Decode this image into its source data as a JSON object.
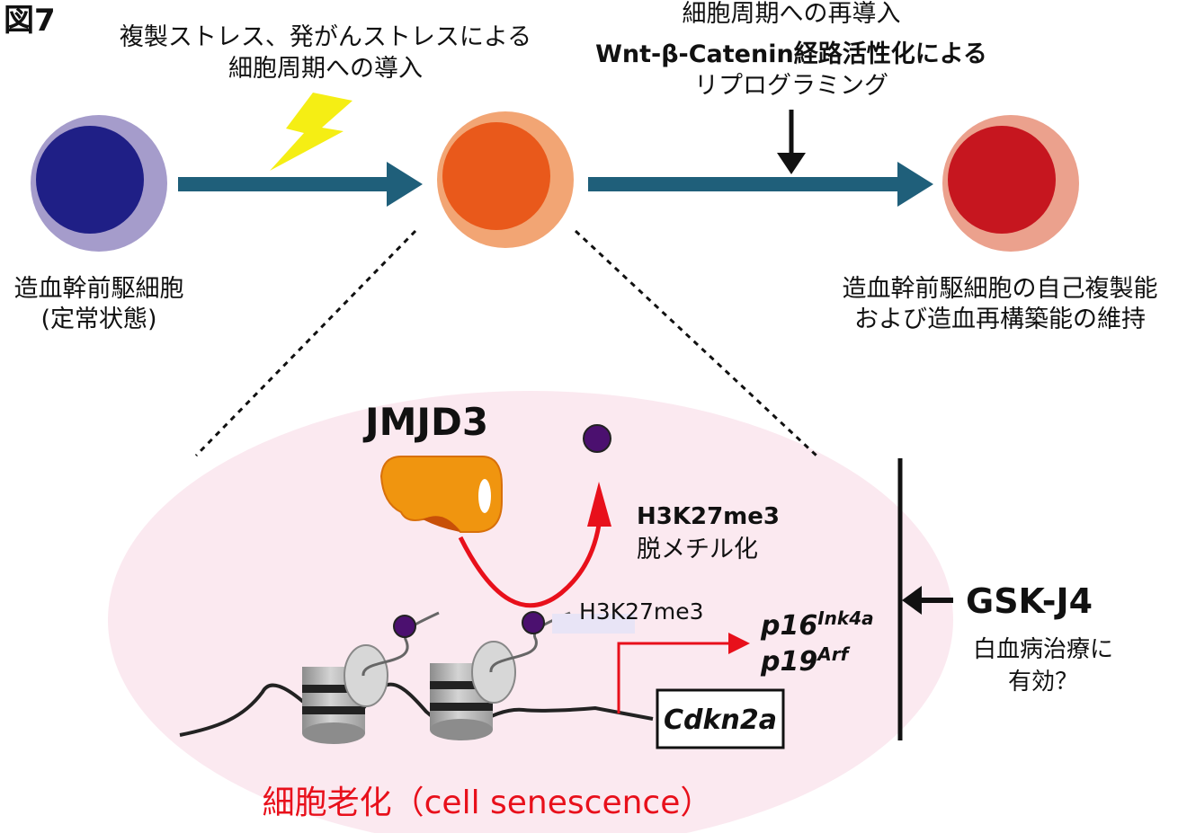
{
  "figure_label": "図7",
  "stimulus_label": {
    "line1": "複製ストレス、発がんストレスによる",
    "line2": "細胞周期への導入"
  },
  "reprogramming_label": {
    "line1": "細胞周期への再導入",
    "line2": "Wnt-β-Catenin経路活性化による",
    "line3": "リプログラミング"
  },
  "hspc_label": {
    "line1": "造血幹前駆細胞",
    "line2": "(定常状態)"
  },
  "outcome_label": {
    "line1": "造血幹前駆細胞の自己複製能",
    "line2": "および造血再構築能の維持"
  },
  "jmjd3_label": "JMJD3",
  "demethylation_label": {
    "line1": "H3K27me3",
    "line2": "脱メチル化"
  },
  "histone_mark_label": "H3K27me3",
  "gene_label": "Cdkn2a",
  "p16": {
    "base": "p16",
    "sup": "Ink4a"
  },
  "p19": {
    "base": "p19",
    "sup": "Arf"
  },
  "inhibitor_label": "GSK-J4",
  "therapy_label": {
    "line1": "白血病治療に",
    "line2": "有効？"
  },
  "senescence_label": "細胞老化（cell senescence）",
  "colors": {
    "arrow_teal": "#1f5f7a",
    "senescence_red": "#e8101b",
    "bubble_pink": "#fbe9f0",
    "cell_purple_outer": "#a59ccb",
    "cell_purple_inner": "#1f1f86",
    "cell_orange_outer": "#f2a574",
    "cell_orange_inner": "#e9591b",
    "cell_red_outer": "#eba18d",
    "cell_red_inner": "#c6161f",
    "jmjd3_orange": "#f0950f",
    "methyl_purple": "#4b106f",
    "lightning_yellow": "#f5ee14"
  }
}
